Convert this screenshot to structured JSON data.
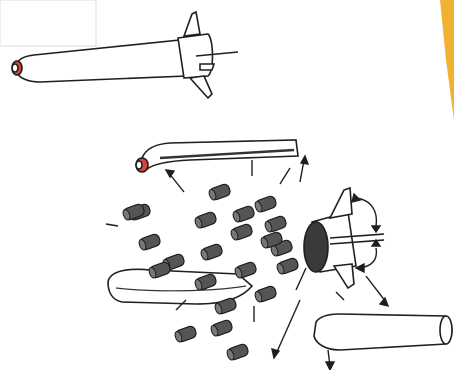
{
  "figure": {
    "background_color": "#f3f3f1",
    "paper_color": "#ffffff",
    "accent_edge_color": "#f2b231",
    "nose_ring_color": "#d9443a",
    "outline_color": "#1f1f1f",
    "pellet_color": "#555555",
    "components": [
      "intact-missile",
      "separated-nose-section",
      "tail-fin-section",
      "split-casing-half-left",
      "split-casing-half-right",
      "submunition-pellets",
      "motion-arrows",
      "fin-rotation-arrows"
    ],
    "pellet_count": 22
  }
}
